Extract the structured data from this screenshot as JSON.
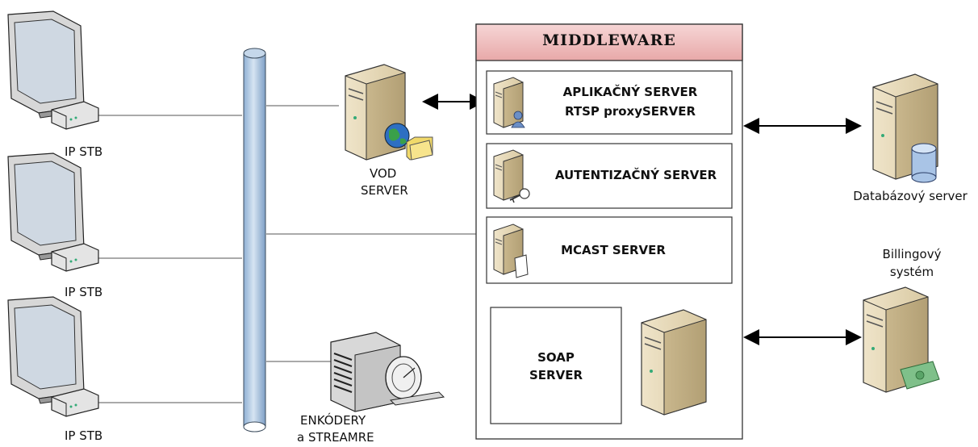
{
  "clients": [
    {
      "label": "IP STB"
    },
    {
      "label": "IP STB"
    },
    {
      "label": "IP STB"
    }
  ],
  "vod": {
    "line1": "VOD",
    "line2": "SERVER"
  },
  "encoders": {
    "line1": "ENKÓDERY",
    "line2": "a STREAMRE"
  },
  "middleware": {
    "title": "MIDDLEWARE",
    "app_server": {
      "line1": "APLIKAČNÝ SERVER",
      "line2": "RTSP proxySERVER"
    },
    "auth_server": {
      "label": "AUTENTIZAČNÝ SERVER"
    },
    "mcast_server": {
      "label": "MCAST SERVER"
    },
    "soap_server": {
      "line1": "SOAP",
      "line2": "SERVER"
    }
  },
  "database": {
    "label": "Databázový server"
  },
  "billing": {
    "line1": "Billingový",
    "line2": "systém"
  },
  "colors": {
    "header_fill": "#f2c4c4",
    "bus_fill": "#b9cfe6",
    "server_fill": "#e8dcc0"
  }
}
